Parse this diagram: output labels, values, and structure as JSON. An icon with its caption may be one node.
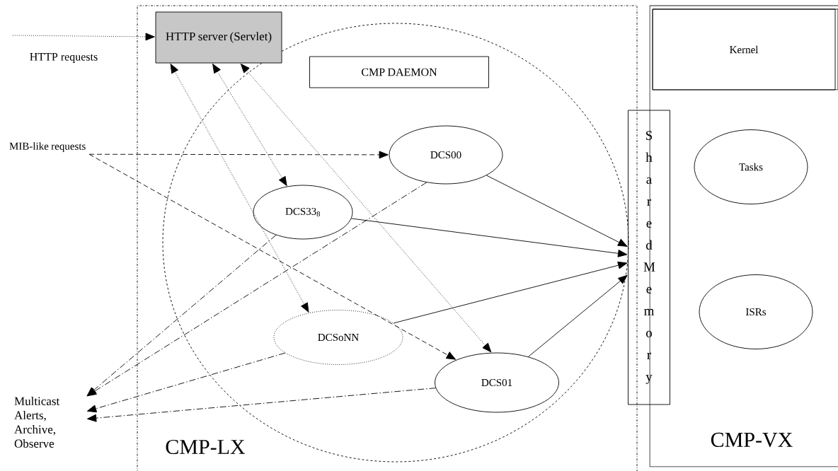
{
  "diagram": {
    "nodes": [
      {
        "text": [
          "CMP-LX"
        ]
      },
      {
        "text": [],
        "shape": "circle",
        "in": 0
      },
      {
        "text": [
          "HTTP server (Servlet)"
        ],
        "in": 0
      },
      {
        "text": [
          "CMP DAEMON"
        ],
        "in": 1
      },
      {
        "text": [
          "DCS00"
        ],
        "in": 1
      },
      {
        "text": [
          "DCS33$_{8}$"
        ],
        "in": 1
      },
      {
        "text": [
          "DCSoNN"
        ],
        "in": 1
      },
      {
        "text": [
          "DCS01"
        ],
        "in": 1
      },
      {
        "text": [
          "SharedMemory"
        ]
      },
      {
        "text": [
          "CMP-VX"
        ]
      },
      {
        "text": [
          "Kernel"
        ],
        "in": 9
      },
      {
        "text": [
          "Tasks"
        ],
        "in": 9
      },
      {
        "text": [
          "ISRs"
        ],
        "in": 9
      },
      {
        "text": [
          "MIB-like requests"
        ]
      },
      {
        "text": [
          "Multicast Alerts, Archive, Observe"
        ]
      }
    ],
    "edges": [
      {
        "from": null,
        "to": 2,
        "arrow": "to",
        "style": "dashed"
      },
      {
        "from": 2,
        "to": 6,
        "arrow": "both",
        "style": "dashed"
      },
      {
        "from": 2,
        "to": 5,
        "arrow": "both",
        "style": "dashed"
      },
      {
        "from": 2,
        "to": 7,
        "arrow": "both",
        "style": "dashed"
      },
      {
        "from": 13,
        "to": 4,
        "arrow": "to",
        "style": "dashed"
      },
      {
        "from": 13,
        "to": 7,
        "arrow": "to",
        "style": "dashed"
      },
      {
        "from": 4,
        "to": 8,
        "arrow": "to"
      },
      {
        "from": 5,
        "to": 8,
        "arrow": "to"
      },
      {
        "from": 6,
        "to": 8,
        "arrow": "to"
      },
      {
        "from": 7,
        "to": 8,
        "arrow": "to"
      },
      {
        "from": 4,
        "to": 14,
        "arrow": "to",
        "style": "dashed"
      },
      {
        "from": 5,
        "to": 14,
        "arrow": "to",
        "style": "dashed"
      },
      {
        "from": 6,
        "to": 14,
        "arrow": "to",
        "style": "dashed"
      },
      {
        "from": 7,
        "to": 14,
        "arrow": "to",
        "style": "dashed"
      }
    ],
    "labels": [
      "HTTP requests"
    ]
  }
}
